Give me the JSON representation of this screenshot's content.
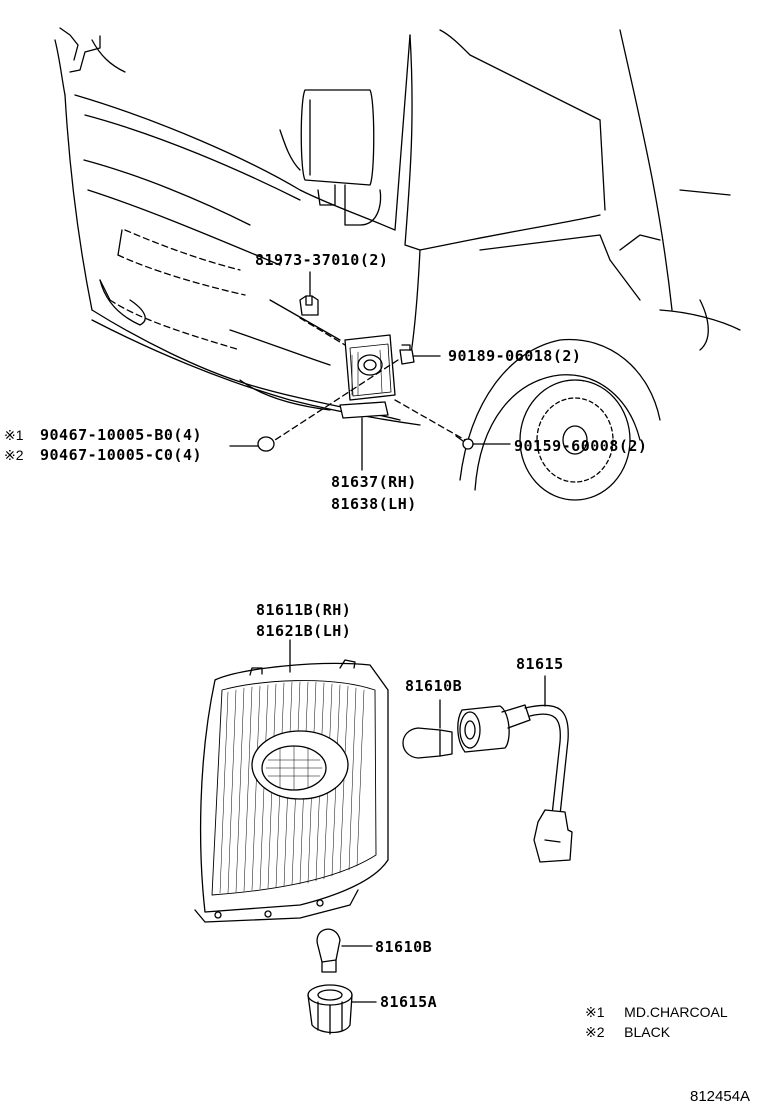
{
  "labels": {
    "p81973": "81973-37010(2)",
    "p90189": "90189-06018(2)",
    "p90467_1": "90467-10005-B0(4)",
    "p90467_2": "90467-10005-C0(4)",
    "mark1": "※1",
    "mark2": "※2",
    "p90159": "90159-60008(2)",
    "p81637": "81637(RH)",
    "p81638": "81638(LH)",
    "p81611": "81611B(RH)",
    "p81621": "81621B(LH)",
    "p81610_top": "81610B",
    "p81615": "81615",
    "p81610_bottom": "81610B",
    "p81615A": "81615A"
  },
  "legend": {
    "items": [
      {
        "mark": "※1",
        "text": "MD.CHARCOAL"
      },
      {
        "mark": "※2",
        "text": "BLACK"
      }
    ]
  },
  "reference": "812454A"
}
